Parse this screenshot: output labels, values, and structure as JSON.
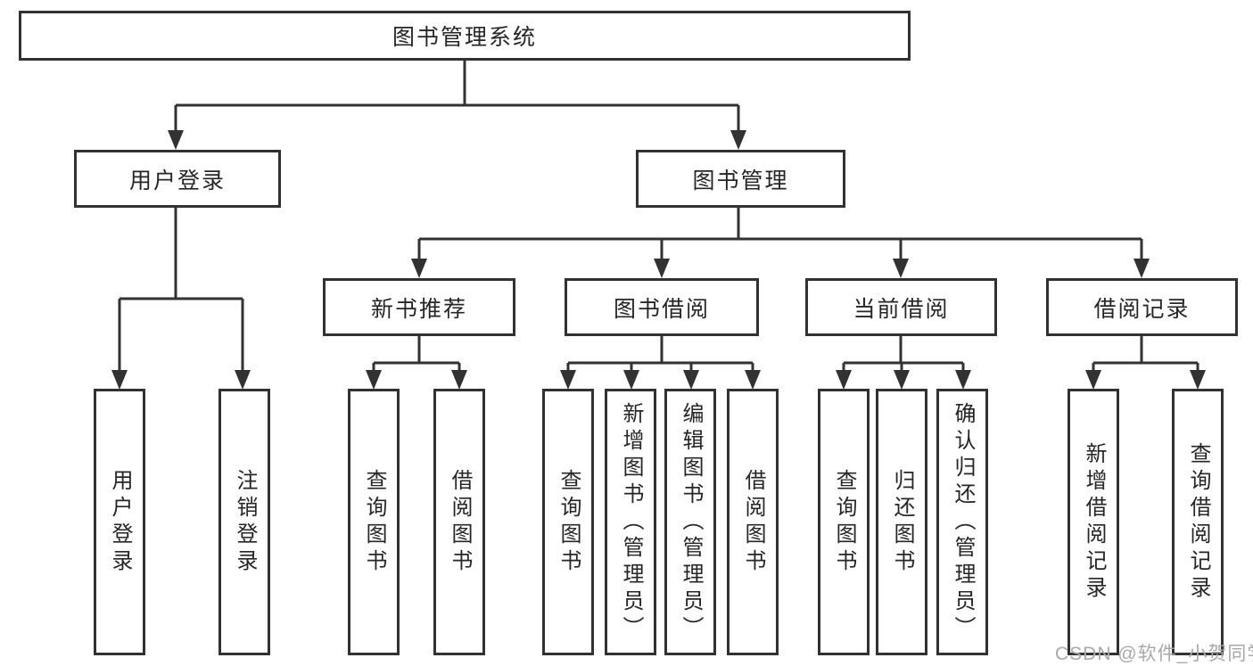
{
  "diagram_title": "图书管理系统",
  "tree": {
    "label": "图书管理系统",
    "children": [
      {
        "label": "用户登录",
        "children": [
          {
            "label": "用户登录"
          },
          {
            "label": "注销登录"
          }
        ]
      },
      {
        "label": "图书管理",
        "children": [
          {
            "label": "新书推荐",
            "children": [
              {
                "label": "查询图书"
              },
              {
                "label": "借阅图书"
              }
            ]
          },
          {
            "label": "图书借阅",
            "children": [
              {
                "label": "查询图书"
              },
              {
                "label": "新增图书（管理员）"
              },
              {
                "label": "编辑图书（管理员）"
              },
              {
                "label": "借阅图书"
              }
            ]
          },
          {
            "label": "当前借阅",
            "children": [
              {
                "label": "查询图书"
              },
              {
                "label": "归还图书"
              },
              {
                "label": "确认归还（管理员）"
              }
            ]
          },
          {
            "label": "借阅记录",
            "children": [
              {
                "label": "新增借阅记录"
              },
              {
                "label": "查询借阅记录"
              }
            ]
          }
        ]
      }
    ]
  },
  "watermark": "CSDN @软件_小贺同学",
  "colors": {
    "line": "#323232",
    "box_border": "#323232",
    "box_fill": "#ffffff",
    "text": "#262626",
    "watermark": "#a9a9a9",
    "background": "#ffffff"
  }
}
